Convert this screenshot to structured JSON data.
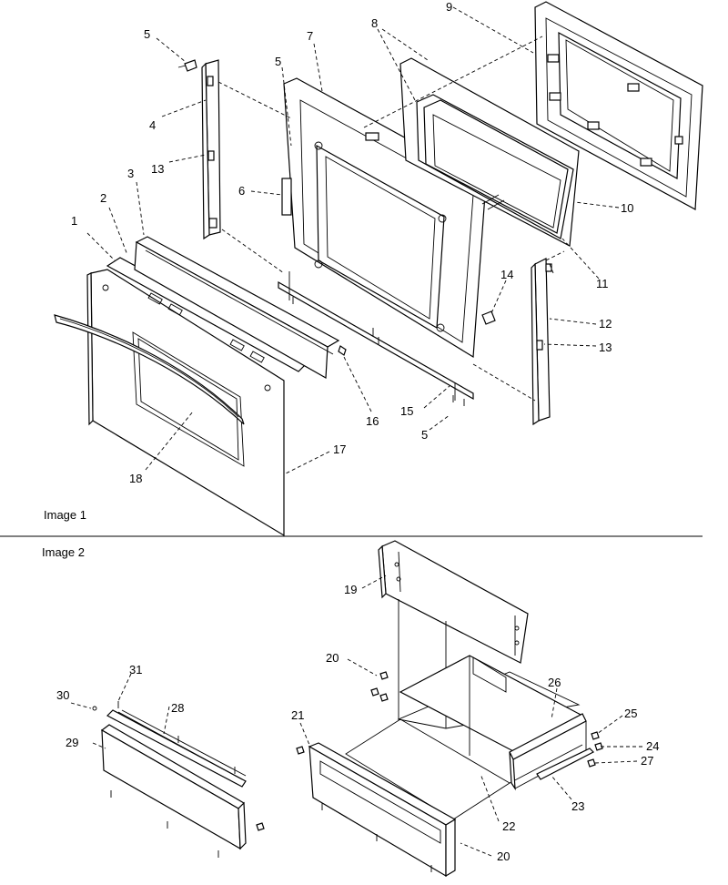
{
  "sections": [
    {
      "key": "image1",
      "title": "Image 1"
    },
    {
      "key": "image2",
      "title": "Image 2"
    }
  ],
  "callouts": {
    "image1": [
      "1",
      "2",
      "3",
      "4",
      "5",
      "5",
      "5",
      "6",
      "7",
      "8",
      "9",
      "10",
      "11",
      "12",
      "13",
      "13",
      "14",
      "15",
      "16",
      "17",
      "18"
    ],
    "image2": [
      "19",
      "20",
      "20",
      "21",
      "22",
      "23",
      "24",
      "25",
      "26",
      "27",
      "28",
      "29",
      "30",
      "31"
    ]
  },
  "colors": {
    "ink": "#000000",
    "paper": "#ffffff"
  }
}
